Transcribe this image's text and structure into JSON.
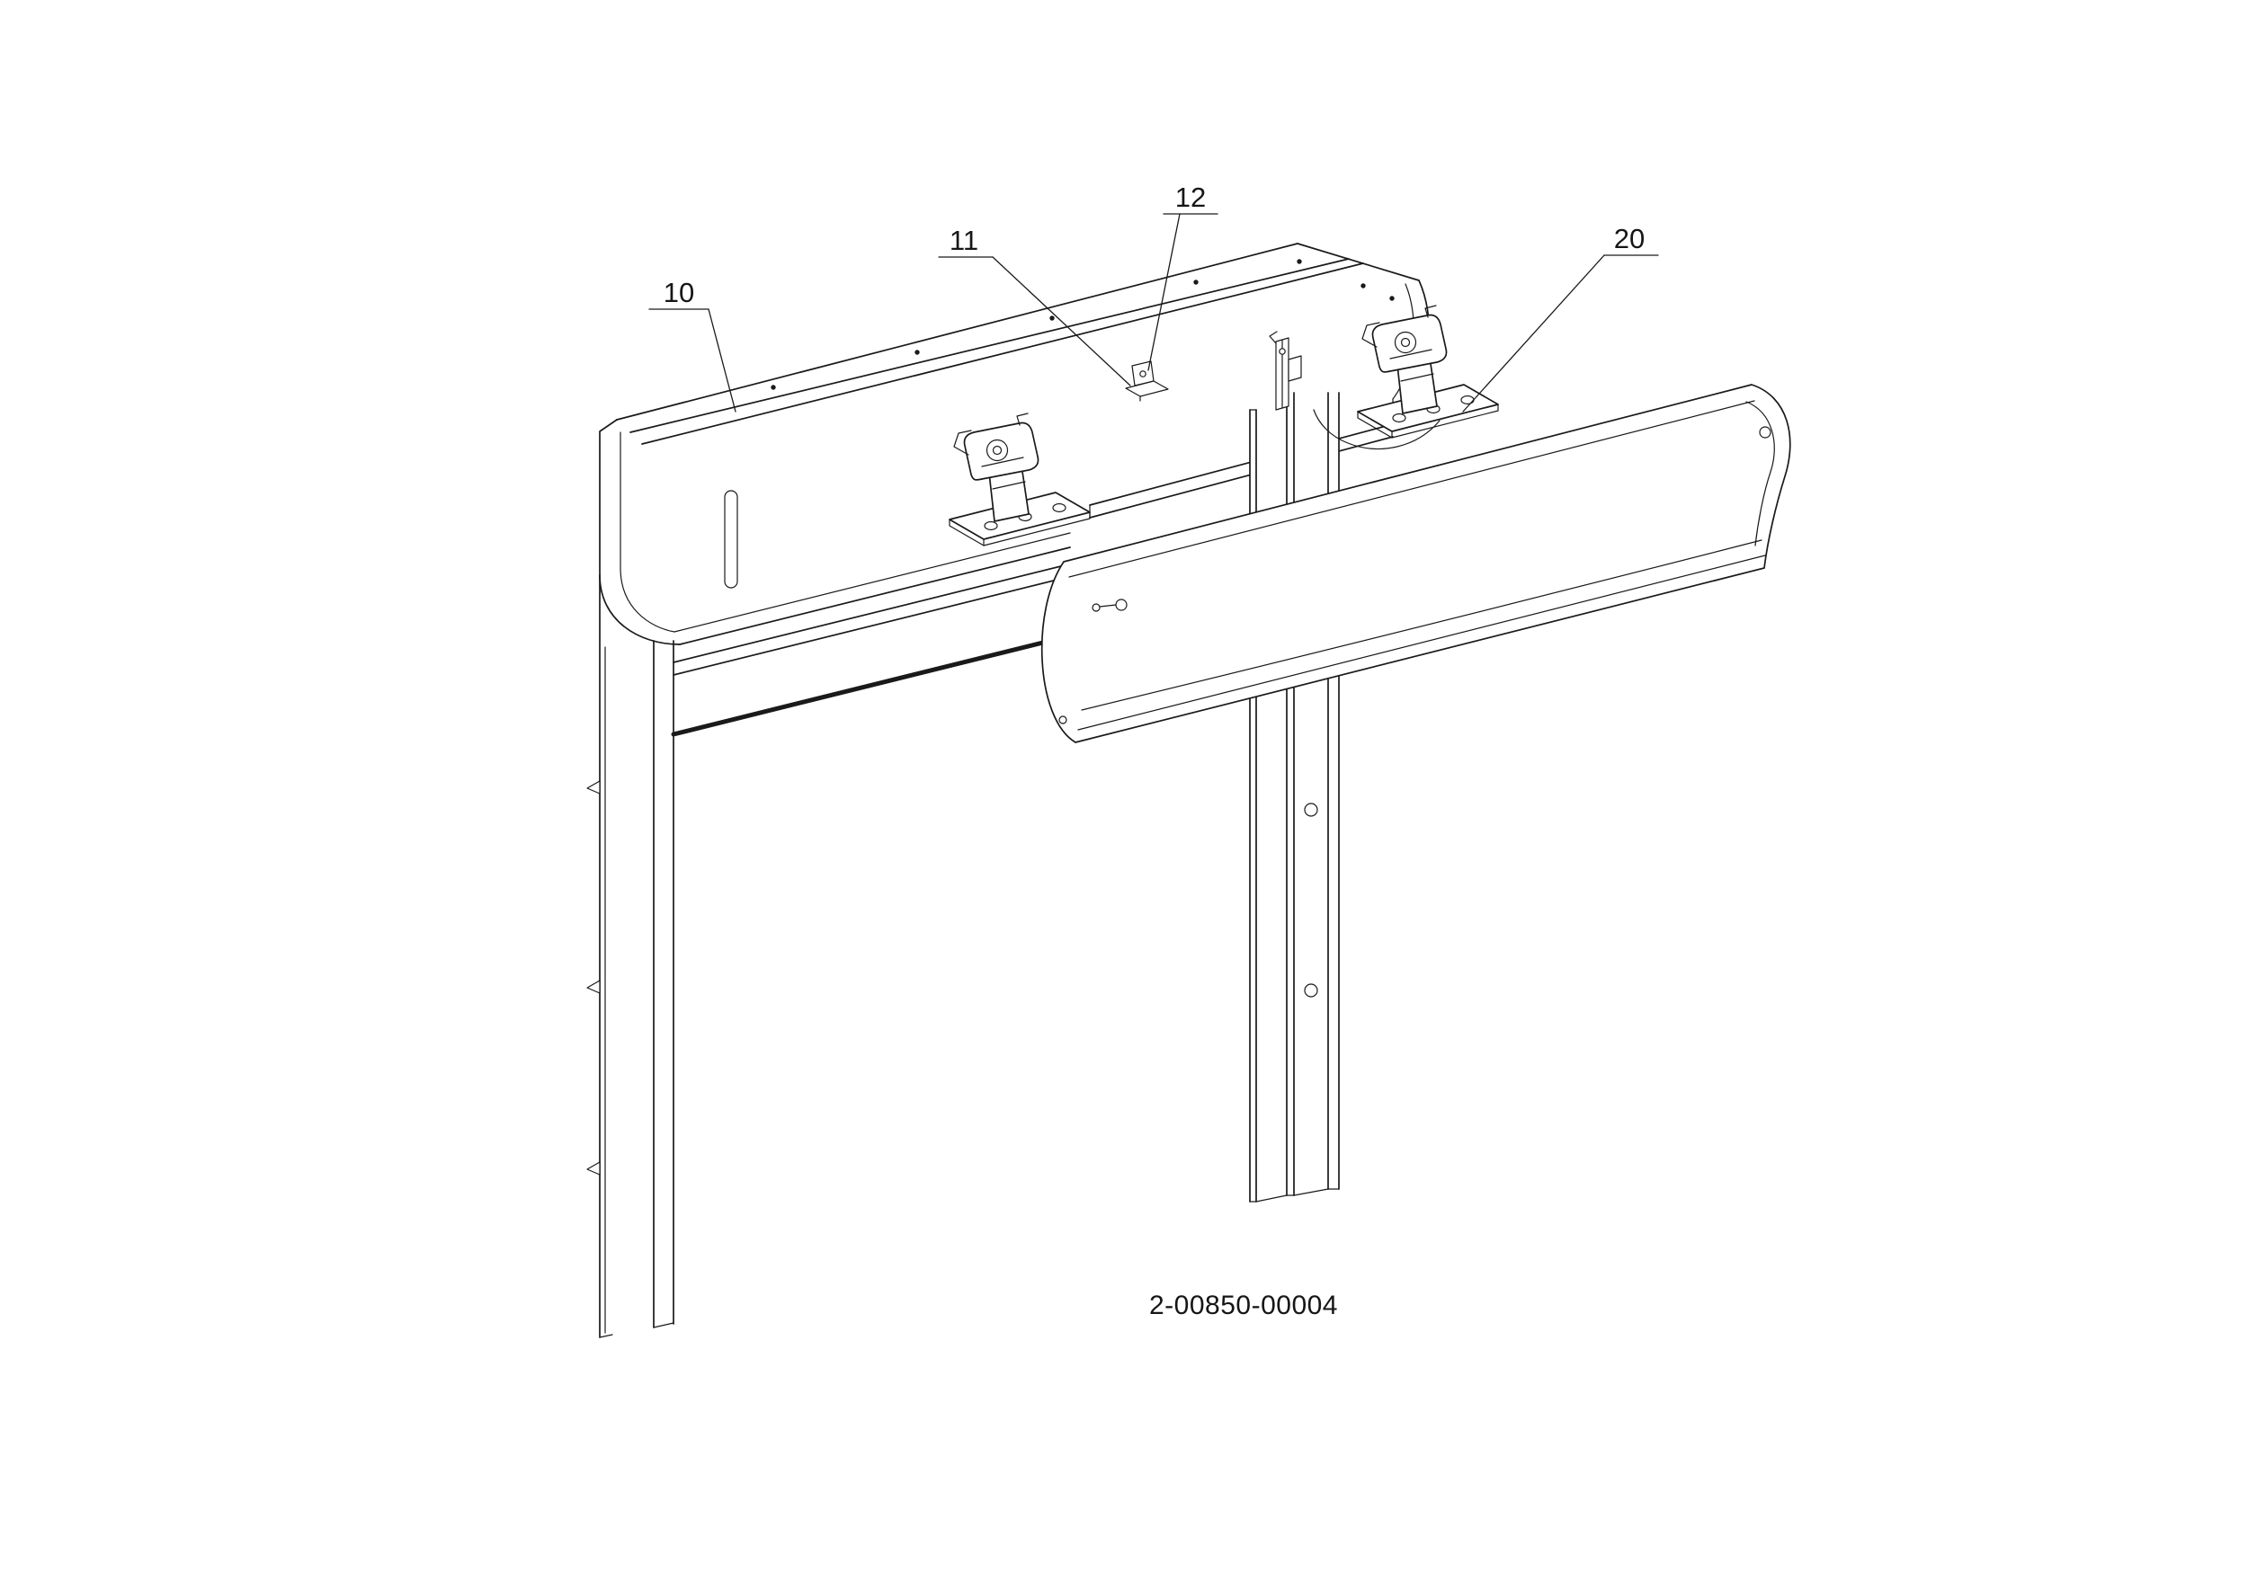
{
  "drawing": {
    "number": "2-00850-00004",
    "callouts": [
      {
        "label": "10"
      },
      {
        "label": "11"
      },
      {
        "label": "12"
      },
      {
        "label": "20"
      }
    ],
    "colors": {
      "line": "#1a1a1a",
      "background": "#ffffff"
    }
  }
}
